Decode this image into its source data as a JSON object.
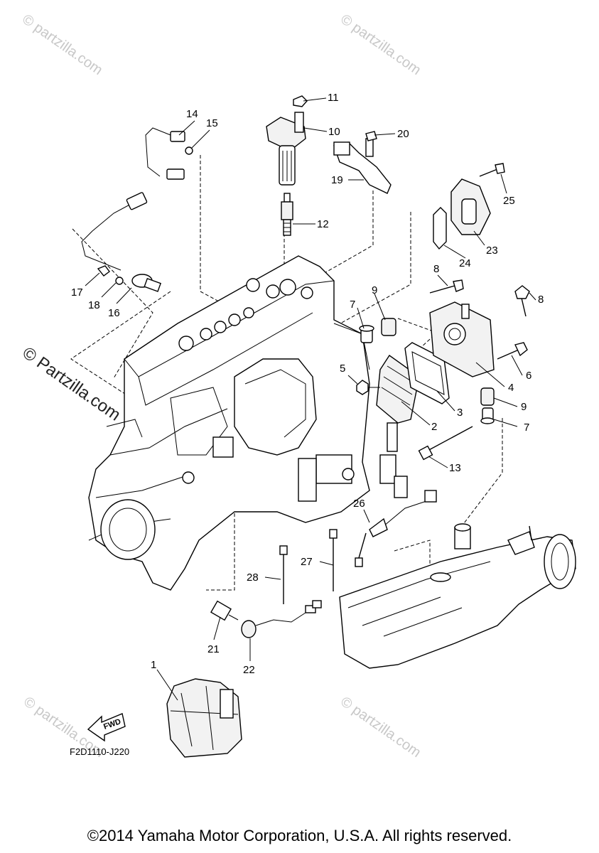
{
  "watermarks": {
    "side": "© Partzilla.com",
    "corner": "© partzilla.com"
  },
  "diagram_code": "F2D1110-J220",
  "fwd_label": "FWD",
  "callouts": {
    "c1": "1",
    "c2": "2",
    "c3": "3",
    "c4": "4",
    "c5": "5",
    "c6": "6",
    "c7a": "7",
    "c7b": "7",
    "c8a": "8",
    "c8b": "8",
    "c9a": "9",
    "c9b": "9",
    "c10": "10",
    "c11": "11",
    "c12": "12",
    "c13": "13",
    "c14": "14",
    "c15": "15",
    "c16": "16",
    "c17": "17",
    "c18": "18",
    "c19": "19",
    "c20": "20",
    "c21": "21",
    "c22": "22",
    "c23": "23",
    "c24": "24",
    "c25": "25",
    "c26": "26",
    "c27": "27",
    "c28": "28"
  },
  "copyright": "©2014 Yamaha Motor Corporation, U.S.A. All rights reserved."
}
